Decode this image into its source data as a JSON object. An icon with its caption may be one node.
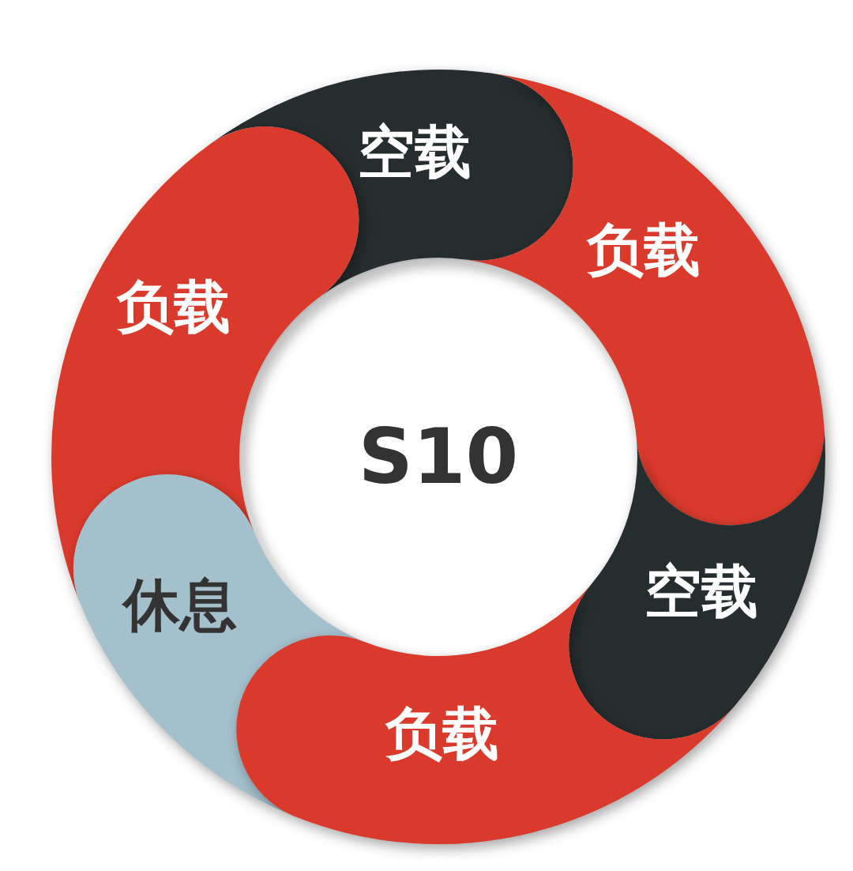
{
  "diagram": {
    "nodes": [
      {
        "text": [
          "空载"
        ]
      },
      {
        "text": [
          "负载"
        ]
      },
      {
        "text": [
          "负载"
        ]
      },
      {
        "text": [
          "S10"
        ]
      },
      {
        "text": [
          "休息"
        ]
      },
      {
        "text": [
          "空载"
        ]
      },
      {
        "text": [
          "负载"
        ]
      }
    ]
  }
}
